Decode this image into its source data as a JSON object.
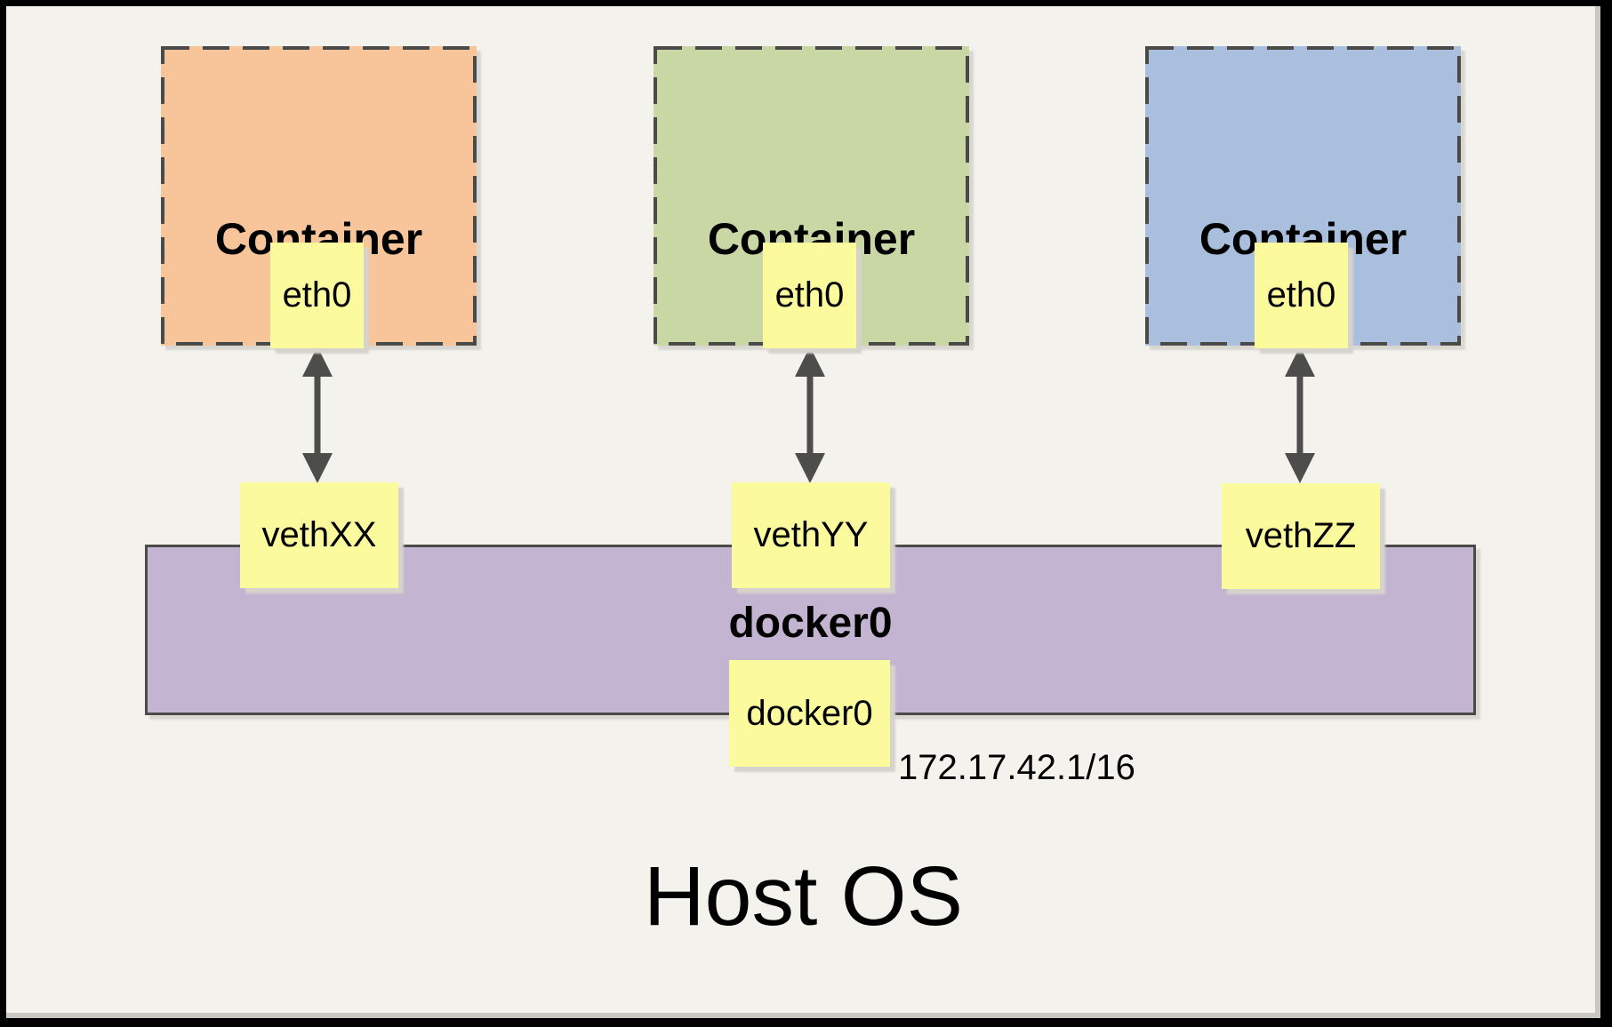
{
  "palette": {
    "page_background": "#F4F2EC",
    "frame_border": "#000000",
    "dashed_border": "#4A4A48",
    "arrow_color": "#4D4D4B",
    "interface_box_fill": "#FBFB9E",
    "bridge_fill": "#C3B5D1",
    "container_orange": "#F8C59A",
    "container_green": "#C9D7A5",
    "container_blue": "#A9BFDD"
  },
  "containers": [
    {
      "label": "Container",
      "fill": "#F8C59A",
      "interface_label": "eth0",
      "veth_label": "vethXX"
    },
    {
      "label": "Container",
      "fill": "#C9D7A5",
      "interface_label": "eth0",
      "veth_label": "vethYY"
    },
    {
      "label": "Container",
      "fill": "#A9BFDD",
      "interface_label": "eth0",
      "veth_label": "vethZZ"
    }
  ],
  "bridge": {
    "label": "docker0",
    "interface_label": "docker0",
    "ip_address": "172.17.42.1/16"
  },
  "host": {
    "label": "Host OS"
  }
}
